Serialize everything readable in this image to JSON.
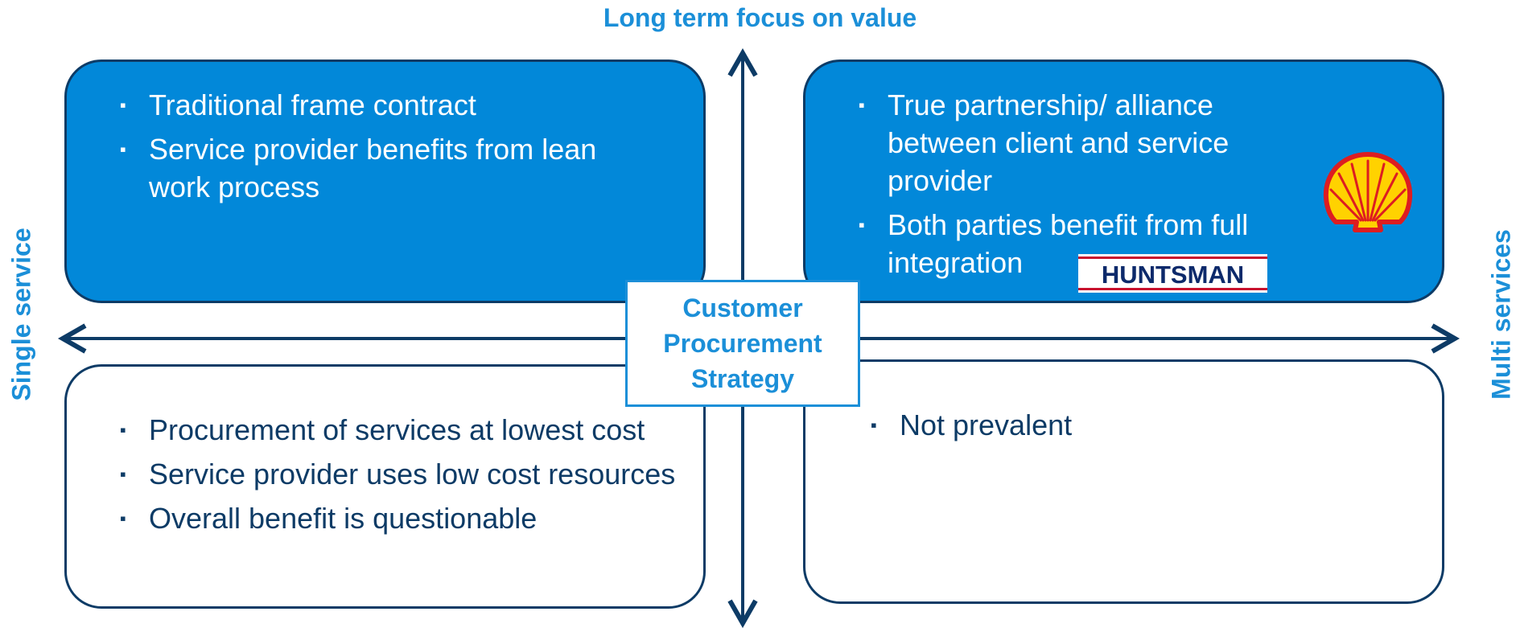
{
  "axes": {
    "top": "Long term focus on value",
    "left": "Single service",
    "right": "Multi services"
  },
  "center": "Customer Procurement Strategy",
  "quadrants": {
    "top_left": {
      "bullets": [
        "Traditional frame contract",
        "Service provider benefits from lean work process"
      ]
    },
    "top_right": {
      "bullets": [
        "True partnership/ alliance between client and service provider",
        "Both parties benefit from full integration"
      ]
    },
    "bottom_left": {
      "bullets": [
        "Procurement of services at lowest cost",
        "Service provider uses low cost resources",
        "Overall benefit is questionable"
      ]
    },
    "bottom_right": {
      "bullets": [
        "Not prevalent"
      ]
    }
  },
  "bullet_marker": "▪",
  "logos": {
    "shell": {
      "name": "shell-logo"
    },
    "huntsman": {
      "name": "huntsman-logo",
      "text": "HUNTSMAN"
    }
  },
  "colors": {
    "accent_blue": "#1b8fd8",
    "fill_blue": "#0288d9",
    "navy": "#0d3b66",
    "huntsman_red": "#c8102e"
  }
}
